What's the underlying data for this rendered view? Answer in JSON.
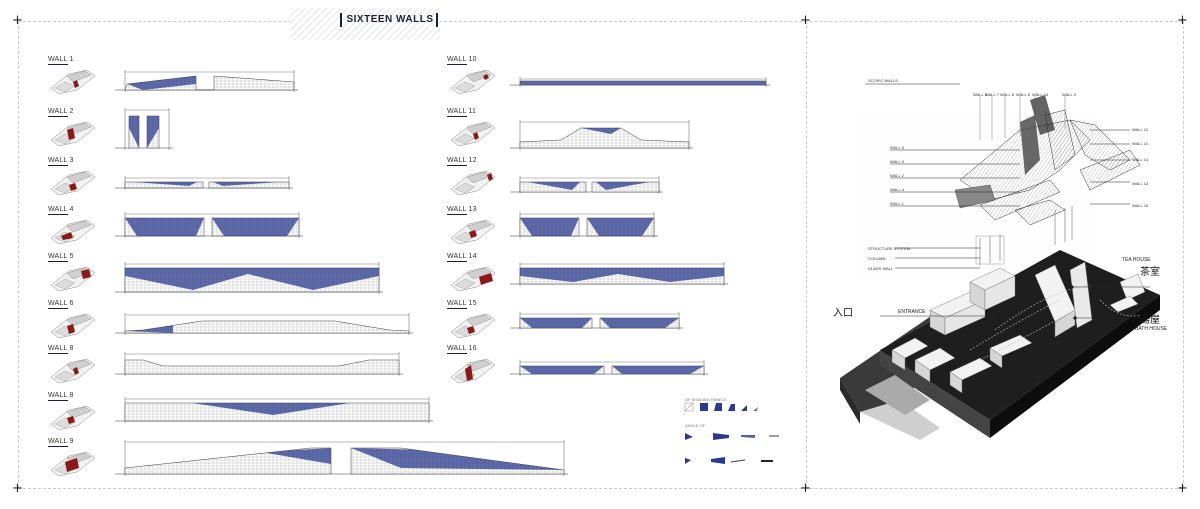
{
  "title": "SIXTEEN WALLS",
  "walls": [
    {
      "label": "WALL 1"
    },
    {
      "label": "WALL 2"
    },
    {
      "label": "WALL 3"
    },
    {
      "label": "WALL 4"
    },
    {
      "label": "WALL 5"
    },
    {
      "label": "WALL 6"
    },
    {
      "label": "WALL 8"
    },
    {
      "label": "WALL 8"
    },
    {
      "label": "WALL 9"
    },
    {
      "label": "WALL 10"
    },
    {
      "label": "WALL 11"
    },
    {
      "label": "WALL 12"
    },
    {
      "label": "WALL 13"
    },
    {
      "label": "WALL 14"
    },
    {
      "label": "WALL 15"
    },
    {
      "label": "WALL 16"
    }
  ],
  "legend": {
    "caption_1": "OF SHADING PANELS",
    "caption_2": "ANGLE OF"
  },
  "iso": {
    "top_label": "SCOPIC WALLS",
    "wall_tags_top": [
      "WALL 5",
      "WALL 7",
      "WALL 8",
      "WALL 6",
      "WALL 15",
      "WALL 9"
    ],
    "wall_tags_left": [
      "WALL 5",
      "WALL 3",
      "WALL 2",
      "WALL 4",
      "WALL 1"
    ],
    "wall_tags_right": [
      "WALL 12",
      "WALL 10",
      "WALL 14",
      "WALL 13",
      "WALL 16"
    ],
    "system_labels": [
      "STRUCTURE SYSTEM",
      "COLUMN",
      "GLASS WALL"
    ],
    "teahouse": "TEA HOUSE",
    "teahouse_cn": "茶室",
    "entrance_cn": "入口",
    "entrance": "ENTRANCE",
    "bathhouse_cn": "湯屋",
    "bathhouse": "BATH HOUSE"
  },
  "colors": {
    "accent": "#2b3a8c",
    "dark": "#1b1f3a",
    "red": "#8a1a1a"
  }
}
